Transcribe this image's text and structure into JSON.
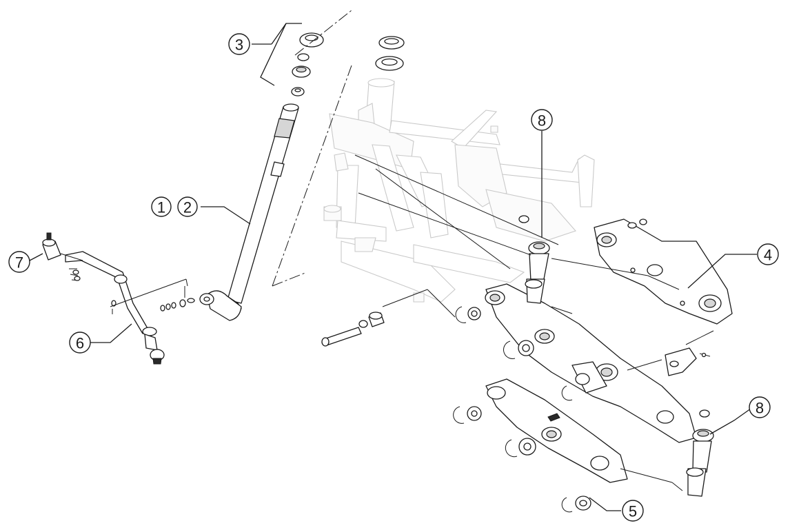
{
  "callouts": {
    "c1": "1",
    "c2": "2",
    "c3": "3",
    "c4": "4",
    "c5": "5",
    "c6": "6",
    "c7": "7",
    "c8a": "8",
    "c8b": "8"
  },
  "colors": {
    "line": "#1a1a1a",
    "frame": "#c9c9c9",
    "background": "#ffffff"
  }
}
